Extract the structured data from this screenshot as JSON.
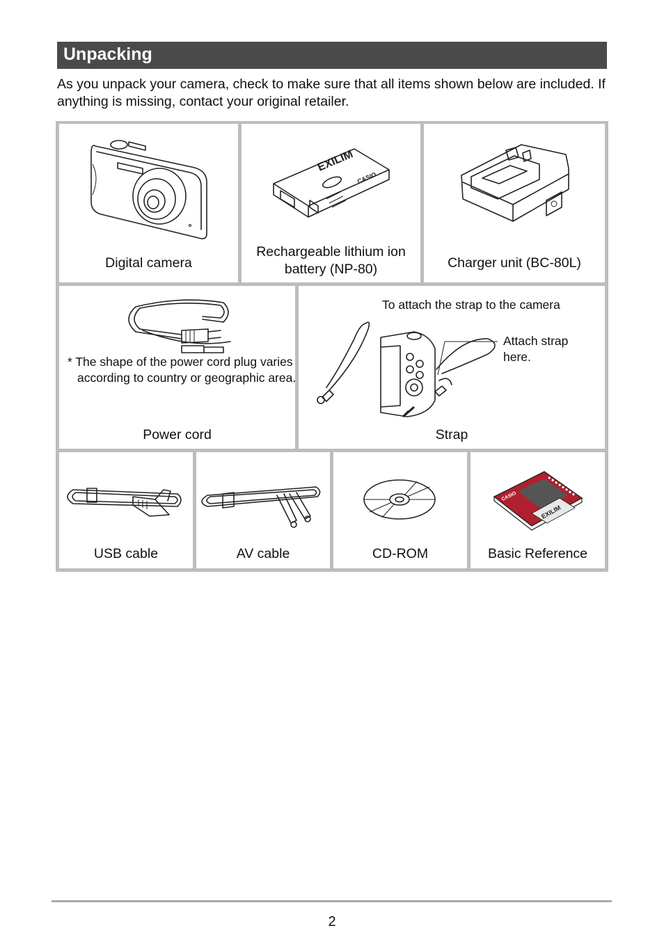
{
  "header": {
    "title": "Unpacking"
  },
  "intro": "As you unpack your camera, check to make sure that all items shown below are included. If anything is missing, contact your original retailer.",
  "items": {
    "camera": {
      "label": "Digital camera"
    },
    "battery": {
      "label": "Rechargeable lithium ion battery (NP-80)",
      "brand_text": "CASIO",
      "model_text": "EXILIM"
    },
    "charger": {
      "label": "Charger unit (BC-80L)"
    },
    "power_cord": {
      "label": "Power cord",
      "note": "* The shape of the power cord plug varies according to country or geographic area."
    },
    "strap": {
      "label": "Strap",
      "instruction": "To attach the strap to the camera",
      "callout": "Attach strap here."
    },
    "usb_cable": {
      "label": "USB cable"
    },
    "av_cable": {
      "label": "AV cable"
    },
    "cd_rom": {
      "label": "CD-ROM"
    },
    "basic_reference": {
      "label": "Basic Reference",
      "brand_text": "CASIO",
      "model_text": "EXILIM"
    }
  },
  "footer": {
    "page_number": "2"
  },
  "colors": {
    "title_bar": "#4a4a4a",
    "grid_border": "#bdbdbd",
    "manual_red": "#b0202e"
  }
}
